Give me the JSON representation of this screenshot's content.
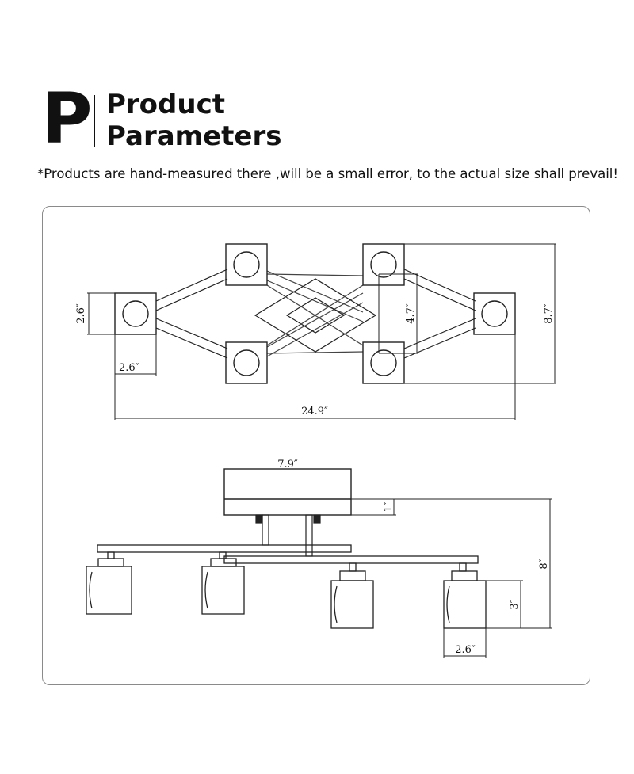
{
  "header": {
    "letter": "P",
    "title_line1": "Product",
    "title_line2": "Parameters"
  },
  "note": "*Products are hand-measured there ,will be a small error, to the actual size shall prevail!",
  "top_view": {
    "dim_shade_height": "2.6″",
    "dim_shade_width": "2.6″",
    "dim_inner_height": "4.7″",
    "dim_total_height": "8.7″",
    "dim_total_width": "24.9″"
  },
  "side_view": {
    "dim_canopy_width": "7.9″",
    "dim_canopy_height": "1″",
    "dim_total_height": "8″",
    "dim_shade_height": "3″",
    "dim_shade_width": "2.6″"
  }
}
